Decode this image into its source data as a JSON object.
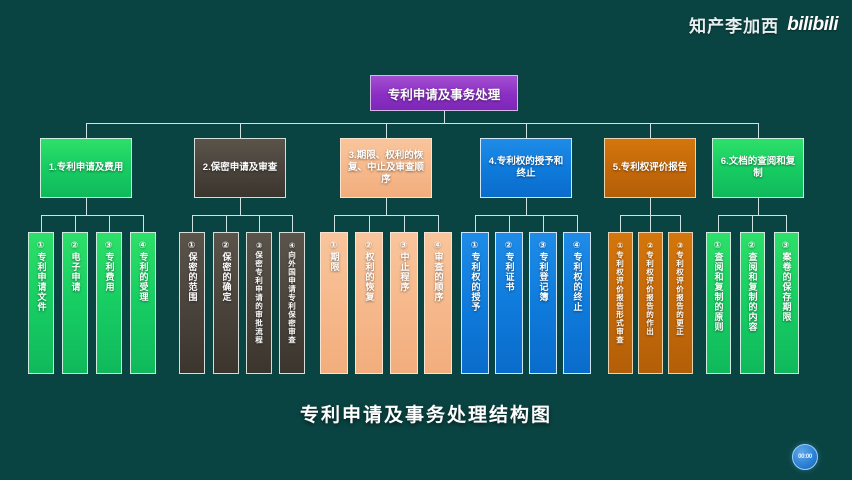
{
  "page": {
    "background_color": "#0a4442",
    "footer_title": "专利申请及事务处理结构图"
  },
  "watermark": {
    "author": "知产李加西",
    "platform": "bilibili"
  },
  "badge": {
    "timer_label": "00:00"
  },
  "tree": {
    "root": {
      "label": "专利申请及事务处理",
      "color": "#8b2fc4"
    },
    "branches": [
      {
        "label": "1.专利申请及费用",
        "color": "#18cf63",
        "leaves": [
          "①专利申请文件",
          "②电子申请",
          "③专利费用",
          "④专利的受理"
        ]
      },
      {
        "label": "2.保密申请及审查",
        "color": "#4a443c",
        "leaves": [
          "①保密的范围",
          "②保密的确定",
          "③保密专利申请的审批流程",
          "④向外国申请专利保密审查"
        ]
      },
      {
        "label": "3.期限、权利的恢复、中止及审查顺序",
        "color": "#f6b98c",
        "leaves": [
          "①期限",
          "②权利的恢复",
          "③中止程序",
          "④审查的顺序"
        ]
      },
      {
        "label": "4.专利权的授予和终止",
        "color": "#0f7bdc",
        "leaves": [
          "①专利权的授予",
          "②专利证书",
          "③专利登记簿",
          "④专利权的终止"
        ]
      },
      {
        "label": "5.专利权评价报告",
        "color": "#c4690a",
        "leaves": [
          "①专利权评价报告形式审查",
          "②专利权评价报告的作出",
          "③专利权评价报告的更正"
        ]
      },
      {
        "label": "6.文档的查阅和复制",
        "color": "#18cf63",
        "leaves": [
          "①查阅和复制的原则",
          "②查阅和复制的内容",
          "③案卷的保存期限"
        ]
      }
    ]
  }
}
